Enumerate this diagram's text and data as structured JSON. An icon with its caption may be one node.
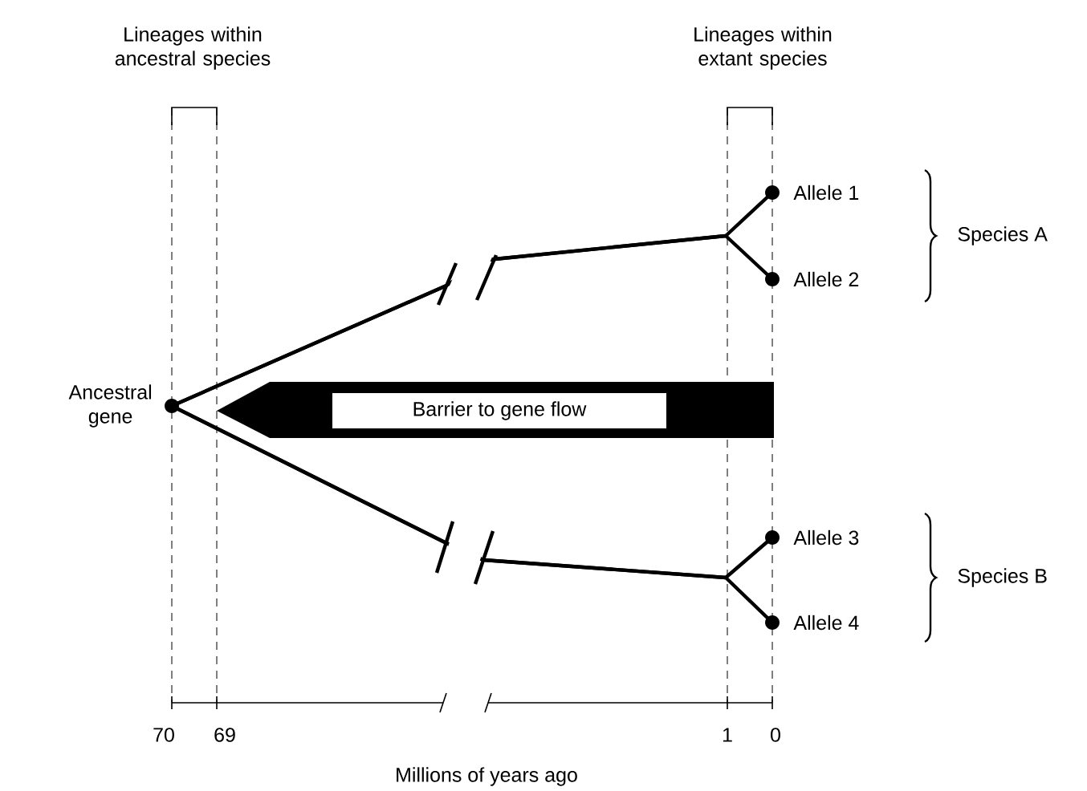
{
  "diagram": {
    "nodes": [
      {
        "text": [
          "Ancestral gene"
        ]
      },
      {
        "text": [
          "Allele 1"
        ]
      },
      {
        "text": [
          "Allele 2"
        ]
      },
      {
        "text": [
          "Allele 3"
        ]
      },
      {
        "text": [
          "Allele 4"
        ]
      },
      {
        "text": [
          "Barrier to gene flow"
        ]
      }
    ],
    "edges": [
      {
        "from": 0,
        "to": 1,
        "arrow": "none"
      },
      {
        "from": 0,
        "to": 2,
        "arrow": "none"
      },
      {
        "from": 0,
        "to": 3,
        "arrow": "none"
      },
      {
        "from": 0,
        "to": 4,
        "arrow": "none"
      }
    ],
    "labels": [
      "Lineages within ancestral species",
      "Lineages within extant species",
      "Species A",
      "Species B",
      "70",
      "69",
      "1",
      "0",
      "Millions of years ago"
    ]
  }
}
